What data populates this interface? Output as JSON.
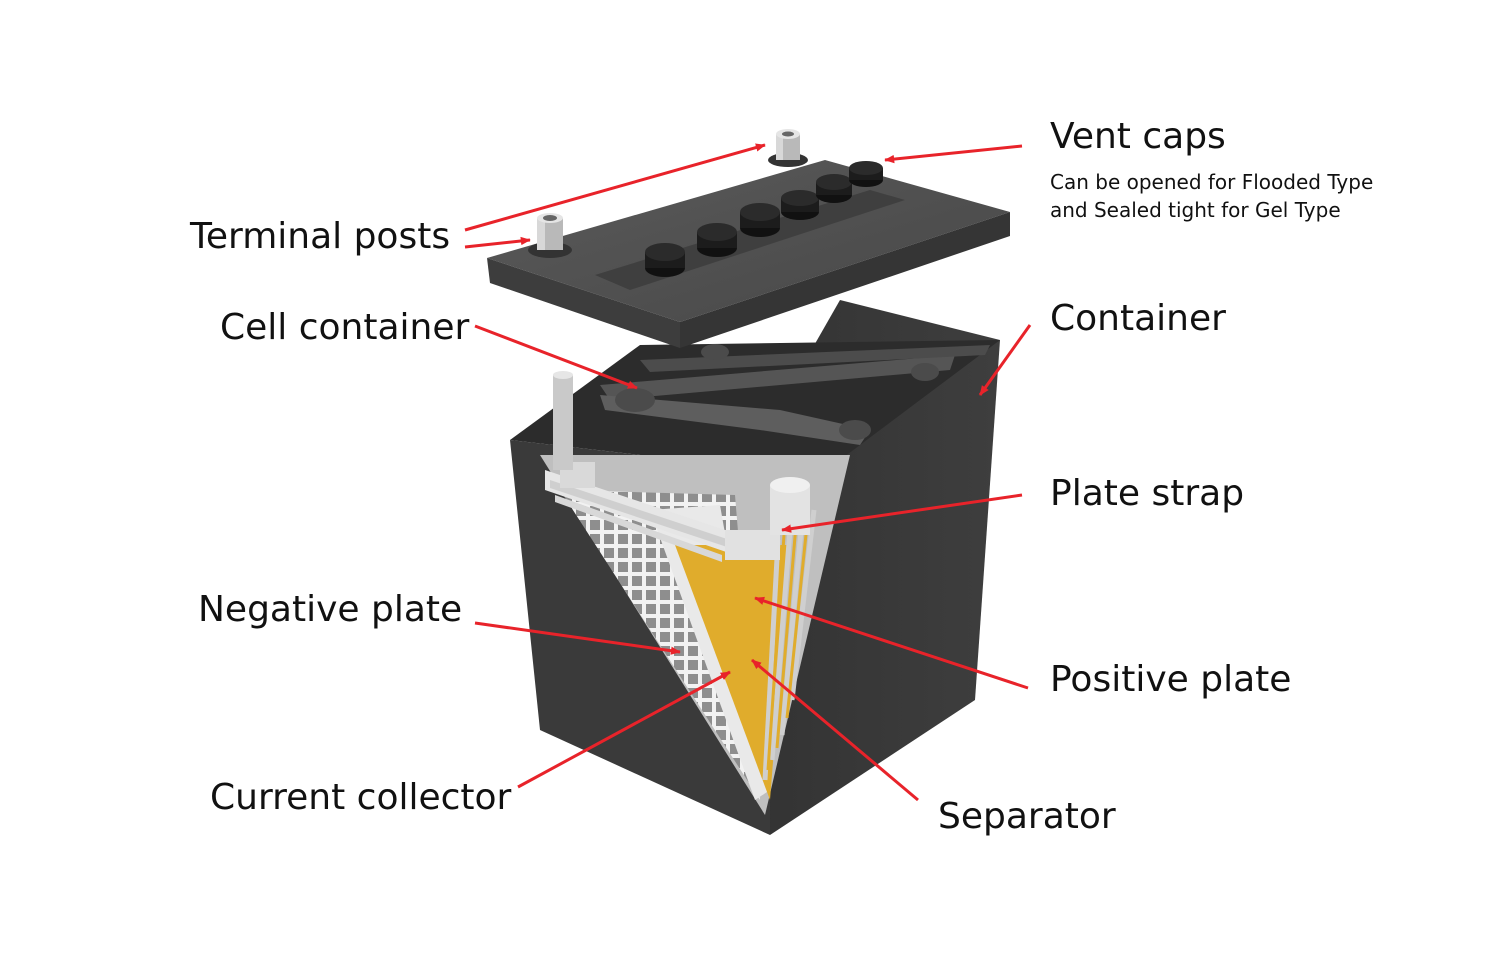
{
  "labels": {
    "terminal_posts": "Terminal posts",
    "vent_caps": "Vent caps",
    "vent_caps_note": [
      "Can be opened for Flooded Type",
      "and Sealed tight for Gel Type"
    ],
    "cell_container": "Cell container",
    "container": "Container",
    "plate_strap": "Plate strap",
    "negative_plate": "Negative plate",
    "positive_plate": "Positive plate",
    "current_collector": "Current collector",
    "separator": "Separator"
  },
  "colors": {
    "arrow": "#e8232a",
    "casing": "#3b3b3b",
    "lid": "#4a4a4a",
    "positive_plate": "#e0ac2c",
    "grid": "#cfcfcf"
  }
}
